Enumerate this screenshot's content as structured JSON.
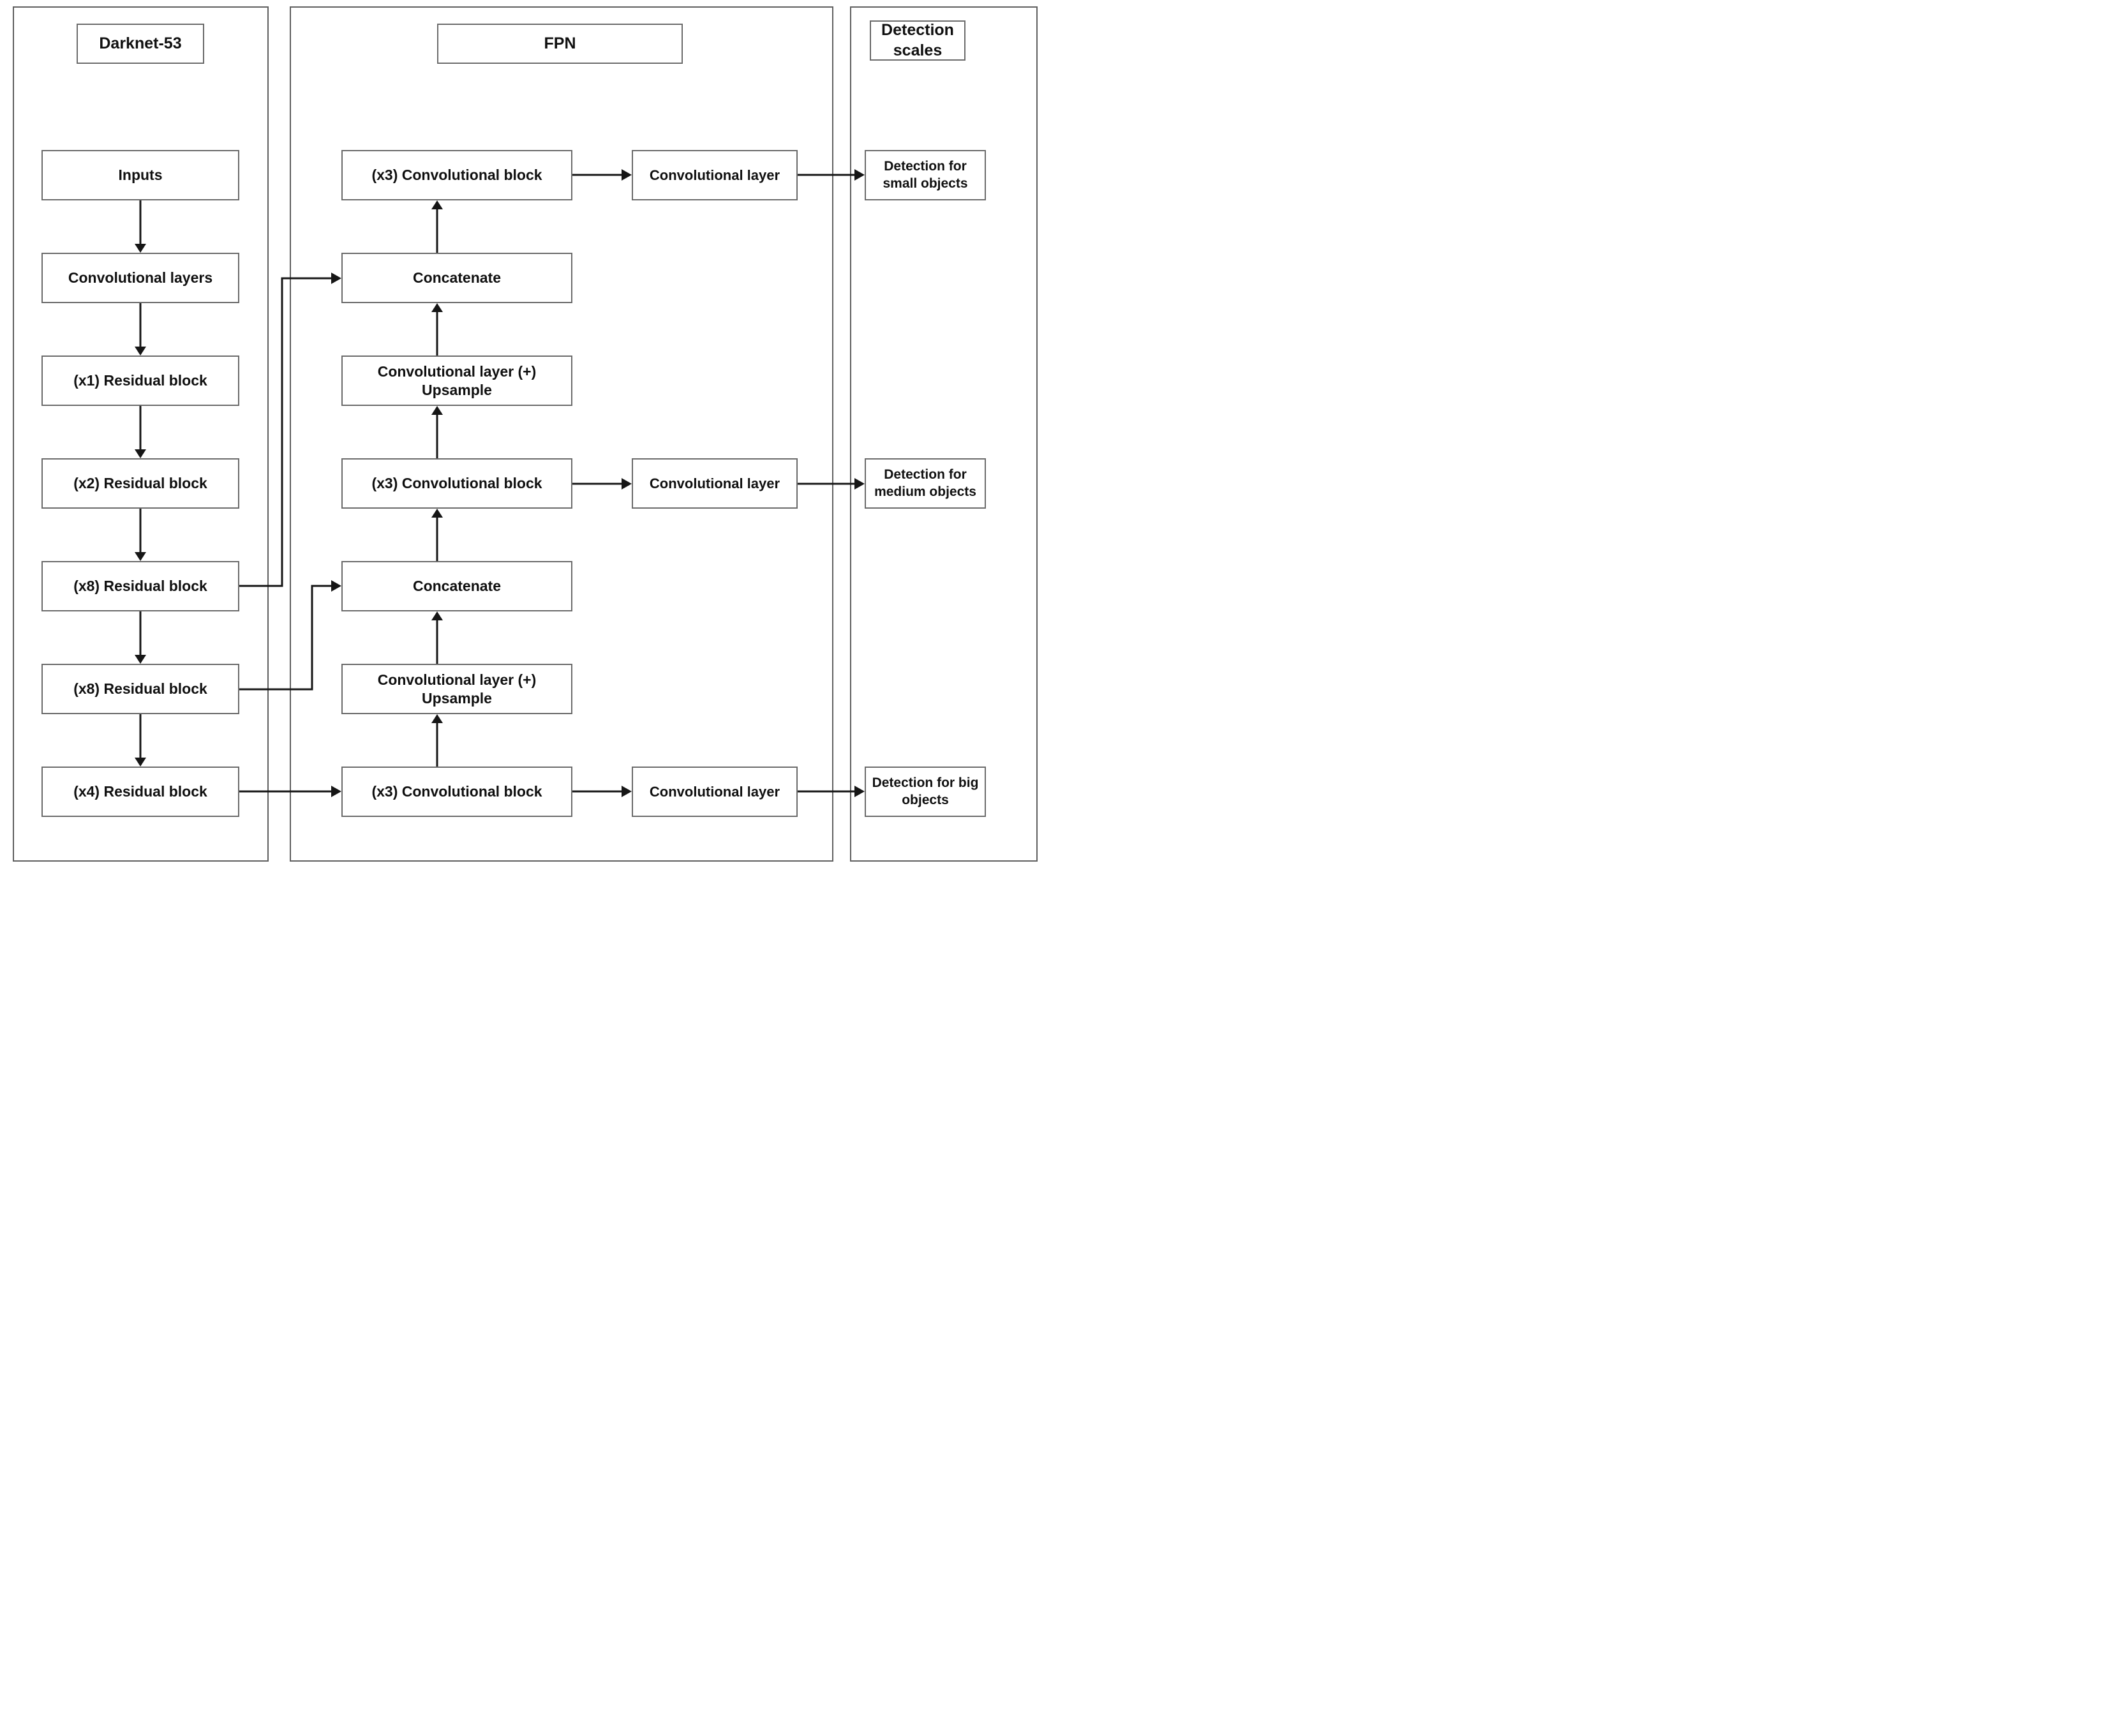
{
  "darknet": {
    "title": "Darknet-53",
    "blocks": [
      "Inputs",
      "Convolutional layers",
      "(x1) Residual block",
      "(x2) Residual block",
      "(x8) Residual block",
      "(x8) Residual block",
      "(x4) Residual block"
    ]
  },
  "fpn": {
    "title": "FPN",
    "conv_block": "(x3) Convolutional block",
    "concatenate": "Concatenate",
    "conv_upsample": "Convolutional layer (+)\nUpsample",
    "conv_layer": "Convolutional layer"
  },
  "detection": {
    "title": "Detection\nscales",
    "scales": [
      "Detection for\nsmall objects",
      "Detection for\nmedium objects",
      "Detection for big\nobjects"
    ]
  },
  "colors": {
    "background": "#ffffff",
    "box_border": "#6a6a6a",
    "container_border": "#5f5f5f",
    "line": "#161616",
    "text": "#101010"
  }
}
